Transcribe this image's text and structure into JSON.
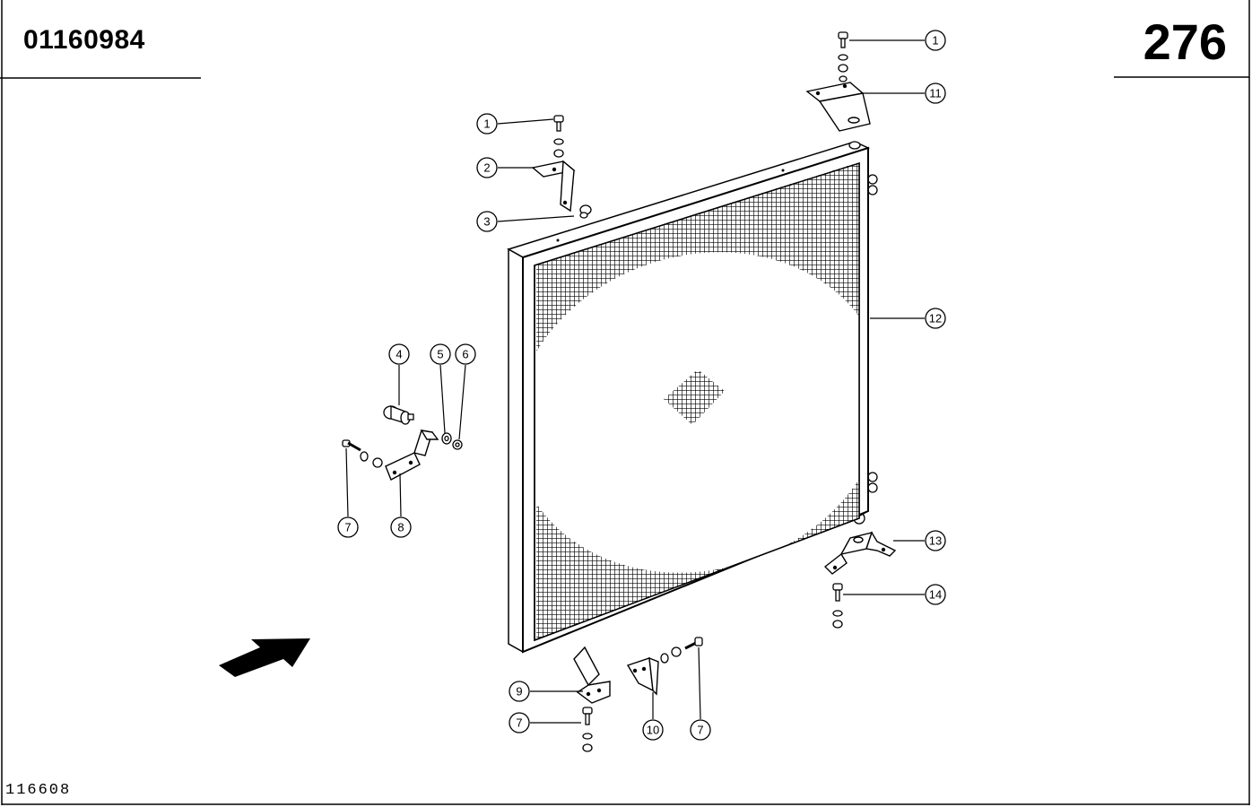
{
  "header": {
    "part_number": "01160984",
    "page_number": "276"
  },
  "footer": {
    "drawing_number": "116608"
  },
  "callouts": [
    {
      "id": "c1a",
      "label": "1"
    },
    {
      "id": "c11",
      "label": "11"
    },
    {
      "id": "c1b",
      "label": "1"
    },
    {
      "id": "c2",
      "label": "2"
    },
    {
      "id": "c3",
      "label": "3"
    },
    {
      "id": "c12",
      "label": "12"
    },
    {
      "id": "c4",
      "label": "4"
    },
    {
      "id": "c5",
      "label": "5"
    },
    {
      "id": "c6",
      "label": "6"
    },
    {
      "id": "c7a",
      "label": "7"
    },
    {
      "id": "c8",
      "label": "8"
    },
    {
      "id": "c13",
      "label": "13"
    },
    {
      "id": "c14",
      "label": "14"
    },
    {
      "id": "c9",
      "label": "9"
    },
    {
      "id": "c7b",
      "label": "7"
    },
    {
      "id": "c10",
      "label": "10"
    },
    {
      "id": "c7c",
      "label": "7"
    }
  ]
}
